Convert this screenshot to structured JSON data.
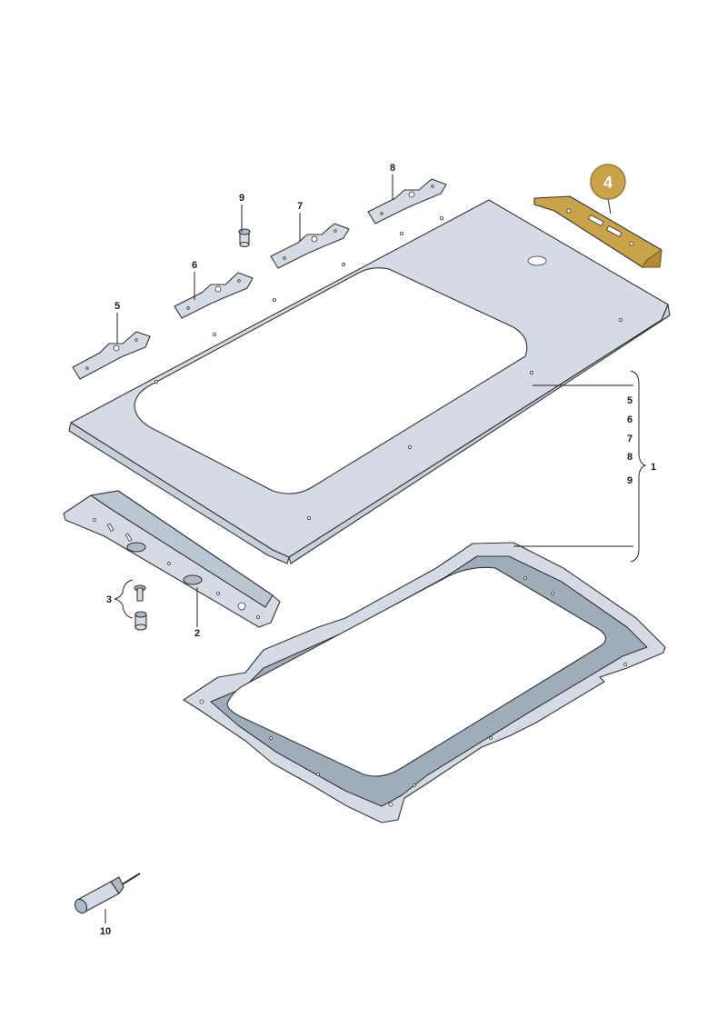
{
  "callouts": [
    {
      "id": "4",
      "highlighted": true
    },
    {
      "id": "1"
    },
    {
      "id": "2"
    },
    {
      "id": "3"
    },
    {
      "id": "5"
    },
    {
      "id": "6"
    },
    {
      "id": "7"
    },
    {
      "id": "8"
    },
    {
      "id": "9"
    },
    {
      "id": "10"
    }
  ],
  "bracket_group": {
    "items": [
      "5",
      "6",
      "7",
      "8",
      "9"
    ],
    "target": "1"
  },
  "colors": {
    "highlight_fill": "#c9a24a",
    "highlight_stroke": "#8a6a1e",
    "part_fill": "#d3dce4",
    "line": "#333333"
  }
}
